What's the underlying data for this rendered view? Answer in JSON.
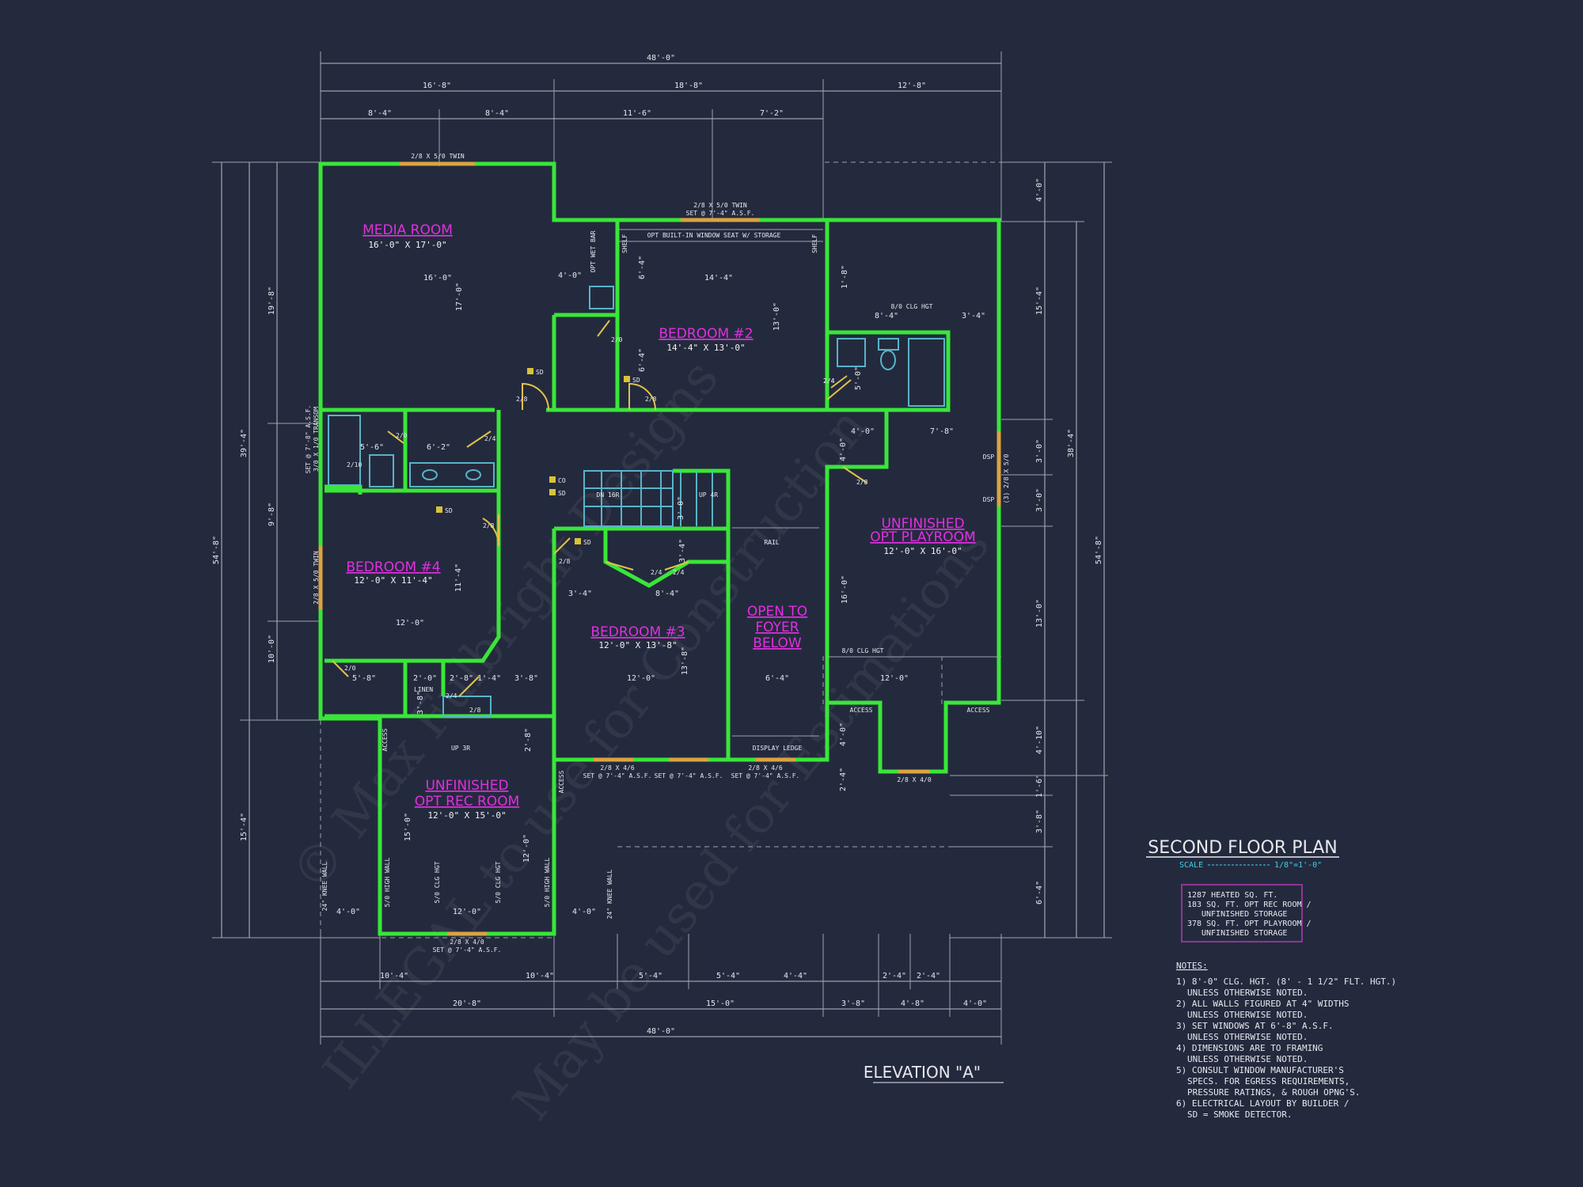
{
  "watermark": [
    "© Max Fulbright Designs",
    "ILLEGAL to use for Construction",
    "May be used for Estimations"
  ],
  "dimensions": {
    "overall_top": "48'-0\"",
    "row2": [
      "16'-8\"",
      "18'-8\"",
      "12'-8\""
    ],
    "row3": [
      "8'-4\"",
      "8'-4\"",
      "11'-6\"",
      "7'-2\""
    ],
    "overall_bottom": "48'-0\"",
    "bottom_row1": [
      "10'-4\"",
      "10'-4\"",
      "5'-4\"",
      "5'-4\"",
      "4'-4\"",
      "2'-4\"",
      "2'-4\""
    ],
    "bottom_row2": [
      "20'-8\"",
      "15'-0\"",
      "3'-8\"",
      "4'-8\"",
      "4'-0\""
    ],
    "left_overall": "54'-8\"",
    "left_row1": [
      "39'-4\"",
      "15'-4\""
    ],
    "left_row2": [
      "19'-8\"",
      "9'-8\"",
      "10'-0\""
    ],
    "right_overall": "54'-8\"",
    "right_row1": [
      "38'-4\""
    ],
    "right_row2": [
      "4'-0\"",
      "15'-4\"",
      "3'-0\"",
      "3'-0\"",
      "13'-0\"",
      "4'-10\"",
      "1'-6\"",
      "3'-8\"",
      "6'-4\""
    ]
  },
  "rooms": {
    "media": {
      "name": "MEDIA ROOM",
      "size": "16'-0\" X 17'-0\""
    },
    "bed2": {
      "name": "BEDROOM #2",
      "size": "14'-4\" X 13'-0\""
    },
    "bed4": {
      "name": "BEDROOM #4",
      "size": "12'-0\" X 11'-4\""
    },
    "bed3": {
      "name": "BEDROOM #3",
      "size": "12'-0\" X 13'-8\""
    },
    "open": {
      "l1": "OPEN TO",
      "l2": "FOYER",
      "l3": "BELOW"
    },
    "playroom": {
      "l1": "UNFINISHED",
      "l2": "OPT PLAYROOM",
      "size": "12'-0\" X 16'-0\""
    },
    "rec": {
      "l1": "UNFINISHED",
      "l2": "OPT REC ROOM",
      "size": "12'-0\" X 15'-0\""
    }
  },
  "labels": {
    "win_media": "2/8 X 5/0 TWIN",
    "win_bed2a": "2/8 X 5/0 TWIN",
    "win_bed2b": "SET @ 7'-4\" A.S.F.",
    "window_seat": "OPT BUILT-IN WINDOW SEAT W/ STORAGE",
    "shelf": "SHELF",
    "wet_bar": "OPT WET BAR",
    "clg_a": "8/0 CLG HGT",
    "clg_b": "8/0 CLG HGT",
    "win_bed4": "2/8 X 5/0 TWIN",
    "transom_a": "SET @ 7'-8\" A.S.F.",
    "transom_b": "3/0 X 1/0 TRANSOM",
    "dn": "DN 16R",
    "up": "UP 4R",
    "up3r": "UP 3R",
    "rail": "RAIL",
    "linen": "LINEN",
    "display_ledge": "DISPLAY LEDGE",
    "access": "ACCESS",
    "win_play": "(3) 2/8 X 5/0",
    "dsp": "DSP",
    "win_b3a": "2/8 X 4/6",
    "win_b3b": "SET @ 7'-4\" A.S.F.",
    "win_b3c": "2/8 X 4/6",
    "win_b3d": "SET @ 7'-4\" A.S.F.",
    "win_bot": "2/8 X 4/0",
    "win_rec": "2/8 X 4/0",
    "win_rec_b": "SET @ 7'-4\" A.S.F.",
    "knee_a": "24\" KNEE WALL",
    "knee_b": "24\" KNEE WALL",
    "high_a": "5/0 HIGH WALL",
    "high_b": "5/0 HIGH WALL",
    "clg_c": "5/0 CLG HGT",
    "clg_d": "5/0 CLG HGT",
    "sd": "SD",
    "co": "CO",
    "d28": "2/8",
    "d24": "2/4",
    "d20": "2/0",
    "d210": "2/10"
  },
  "interior_dims": [
    "16'-0\"",
    "17'-0\"",
    "4'-0\"",
    "14'-4\"",
    "6'-4\"",
    "13'-0\"",
    "6'-4\"",
    "1'-8\"",
    "8'-4\"",
    "3'-4\"",
    "5'-0\"",
    "4'-0\"",
    "7'-8\"",
    "4'-0\"",
    "5'-6\"",
    "6'-2\"",
    "5'-8\"",
    "12'-0\"",
    "11'-4\"",
    "3'-4\"",
    "8'-4\"",
    "13'-8\"",
    "12'-0\"",
    "6'-4\"",
    "16'-0\"",
    "12'-0\"",
    "2'-4\"",
    "4'-0\"",
    "5'-8\"",
    "2'-0\"",
    "3'-8\"",
    "2'-8\"",
    "1'-4\"",
    "3'-8\"",
    "2'-8\"",
    "15'-0\"",
    "12'-0\"",
    "4'-0\"",
    "4'-0\"",
    "12'-0\"",
    "3'-0\"",
    "3'-4\""
  ],
  "title": {
    "main": "SECOND FLOOR PLAN",
    "scale_label": "SCALE",
    "scale": "1/8\"=1'-0\""
  },
  "area_box": [
    "1287 HEATED SQ. FT.",
    "183 SQ. FT. OPT REC ROOM /",
    "UNFINISHED STORAGE",
    "378 SQ. FT. OPT PLAYROOM /",
    "UNFINISHED STORAGE"
  ],
  "elevation": "ELEVATION \"A\"",
  "notes": {
    "heading": "NOTES:",
    "lines": [
      "1) 8'-0\"  CLG. HGT. (8' - 1 1/2\" FLT. HGT.)",
      "UNLESS OTHERWISE NOTED.",
      "2) ALL  WALLS FIGURED AT 4\" WIDTHS",
      "UNLESS OTHERWISE NOTED.",
      "3) SET WINDOWS AT 6'-8\" A.S.F.",
      "UNLESS OTHERWISE NOTED.",
      "4) DIMENSIONS ARE TO FRAMING",
      "UNLESS OTHERWISE NOTED.",
      "5) CONSULT WINDOW MANUFACTURER'S",
      "SPECS. FOR EGRESS REQUIREMENTS,",
      "PRESSURE RATINGS, & ROUGH OPNG'S.",
      "6) ELECTRICAL LAYOUT BY BUILDER /",
      "SD = SMOKE DETECTOR."
    ]
  },
  "colors": {
    "background": "#242a3d",
    "walls": "#39e639",
    "room_labels": "#e030e0",
    "fixtures": "#58b3c9",
    "doors": "#e0c34a"
  }
}
